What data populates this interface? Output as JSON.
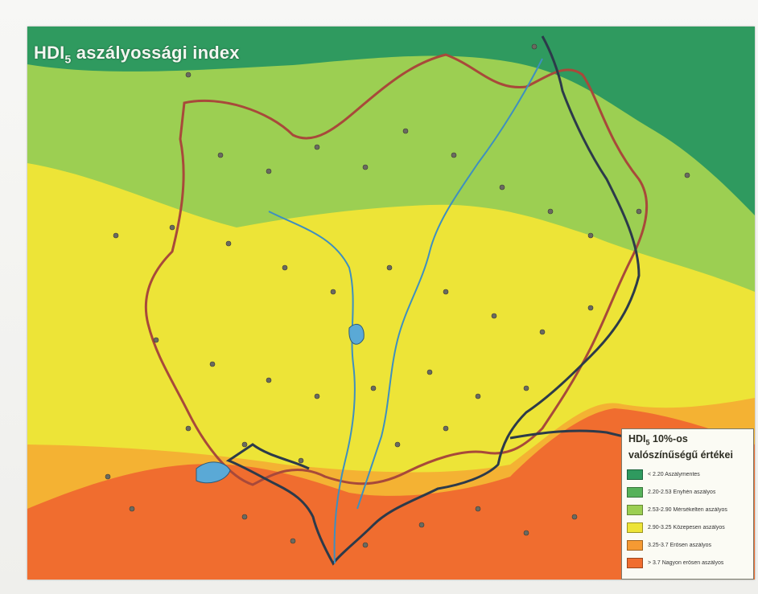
{
  "map": {
    "title_main": "HDI",
    "title_sub": "5",
    "title_rest": " aszályossági index",
    "colors": {
      "dark_green": "#2f9a5f",
      "light_green": "#9ccf52",
      "yellow": "#ede437",
      "orange_yellow": "#f7b531",
      "orange": "#f06d2f",
      "border_brown": "#a8493a",
      "border_dark": "#2c3a4a",
      "river": "#3e8fbf"
    }
  },
  "legend": {
    "title_line1_main": "HDI",
    "title_line1_sub": "5",
    "title_line1_rest": " 10%-os",
    "title_line2": "valószínűségű értékei",
    "items": [
      {
        "label": "< 2.20 Aszálymentes",
        "color": "#2f9a5f"
      },
      {
        "label": "2.20-2.53 Enyhén aszályos",
        "color": "#57b25a"
      },
      {
        "label": "2.53-2.90 Mérsékelten aszályos",
        "color": "#9ccf52"
      },
      {
        "label": "2.90-3.25 Közepesen aszályos",
        "color": "#ede437"
      },
      {
        "label": "3.25-3.7 Erősen aszályos",
        "color": "#f59a33"
      },
      {
        "label": "> 3.7 Nagyon erősen aszályos",
        "color": "#f06d2f"
      }
    ]
  }
}
